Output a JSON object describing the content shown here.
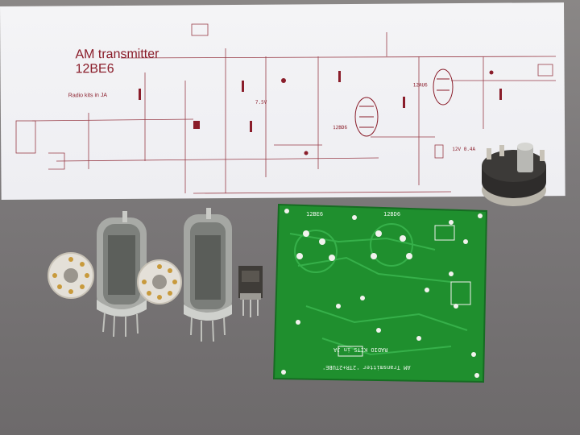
{
  "schematic": {
    "title_line1": "AM transmitter",
    "title_line2": "12BE6",
    "subtitle": "Radio kits in JA",
    "labels": {
      "voltage_7v5": "7.5V",
      "tube_12bd6": "12BD6",
      "tube_12au6": "12AU6",
      "power": "12V 0.4A"
    }
  },
  "pcb": {
    "label_bottom": "AM Transmitter '2TR+2TUBE'",
    "label_mid": "RADIO KITS in JA",
    "label_left": "12BE6",
    "label_right": "12BD6"
  },
  "colors": {
    "ink": "#8a1d2a",
    "pcb_green": "#1f8f2e",
    "paper": "#f1f1f4",
    "background": "#7b7879"
  },
  "objects": [
    "schematic-paper",
    "vacuum-tube",
    "tube-socket",
    "transistor",
    "pcb-board",
    "potentiometer"
  ]
}
